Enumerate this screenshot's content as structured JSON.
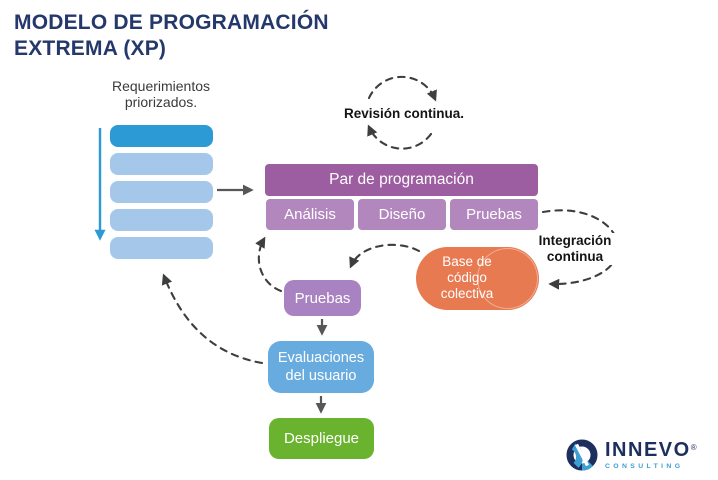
{
  "title": "MODELO DE PROGRAMACIÓN EXTREMA (XP)",
  "labels": {
    "requirements": "Requerimientos priorizados.",
    "continuous_review": "Revisión continua.",
    "continuous_integration": "Integración continua"
  },
  "pair_programming": {
    "header": "Par de programación",
    "stages": [
      {
        "label": "Análisis"
      },
      {
        "label": "Diseño"
      },
      {
        "label": "Pruebas"
      }
    ]
  },
  "nodes": {
    "code_base": "Base de código colectiva",
    "tests": "Pruebas",
    "user_evaluations": "Evaluaciones del usuario",
    "deployment": "Despliegue"
  },
  "stack": {
    "bar_count": 5,
    "active_index": 0
  },
  "logo": {
    "brand": "INNEVO",
    "registered": "®",
    "tagline": "CONSULTING"
  },
  "colors": {
    "title_navy": "#24386b",
    "stack_active_blue": "#2b9ad5",
    "stack_bar_blue": "#a5c8ea",
    "purple_dark": "#9c5da1",
    "purple_light": "#b287bd",
    "tests_purple": "#a983c1",
    "code_base_orange": "#e87a52",
    "evaluations_blue": "#68abdf",
    "deployment_green": "#6ab32f",
    "solid_arrow_gray": "#575757",
    "dashed_arrow_gray": "#3e3e3e",
    "logo_navy": "#1d2f5c",
    "logo_blue": "#3d9fd2"
  }
}
